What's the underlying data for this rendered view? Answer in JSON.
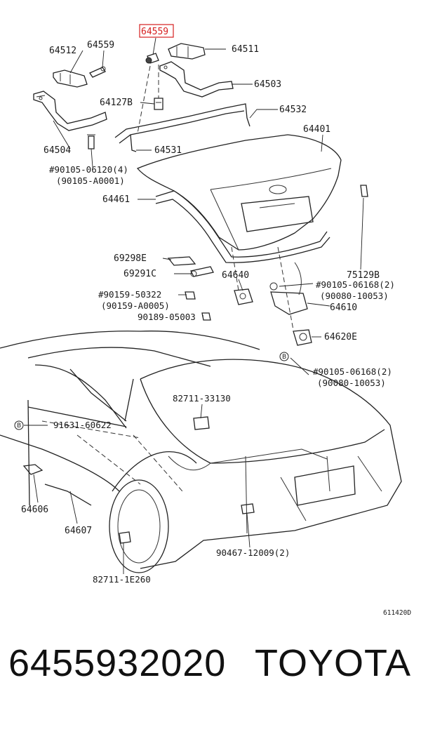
{
  "highlight": {
    "part_number": "64559",
    "color": "#d62020"
  },
  "labels": {
    "p64512": "64512",
    "p64559": "64559",
    "p64511": "64511",
    "p64503": "64503",
    "p64127B": "64127B",
    "p64532": "64532",
    "p64401": "64401",
    "p64504": "64504",
    "p64531": "64531",
    "bolt_a": "#90105-06120(4)",
    "bolt_a_alt": "(90105-A0001)",
    "p64461": "64461",
    "p69298E": "69298E",
    "p69291C": "69291C",
    "p64640": "64640",
    "p75129B": "75129B",
    "bolt_b": "#90105-06168(2)",
    "bolt_b_alt": "(90080-10053)",
    "screw_c": "#90159-50322",
    "screw_c_alt": "(90159-A0005)",
    "p64610": "64610",
    "clip_d": "90189-05003",
    "p64620E": "64620E",
    "circle_b": "B",
    "bolt_e": "#90105-06168(2)",
    "bolt_e_alt": "(90080-10053)",
    "p82711_33130": "82711-33130",
    "p91631": "91631-60622",
    "p64606": "64606",
    "p64607": "64607",
    "p90467": "90467-12009(2)",
    "p82711_1E260": "82711-1E260",
    "diagram_code": "611420D"
  },
  "footer": {
    "part_number": "6455932020",
    "brand": "TOYOTA"
  }
}
